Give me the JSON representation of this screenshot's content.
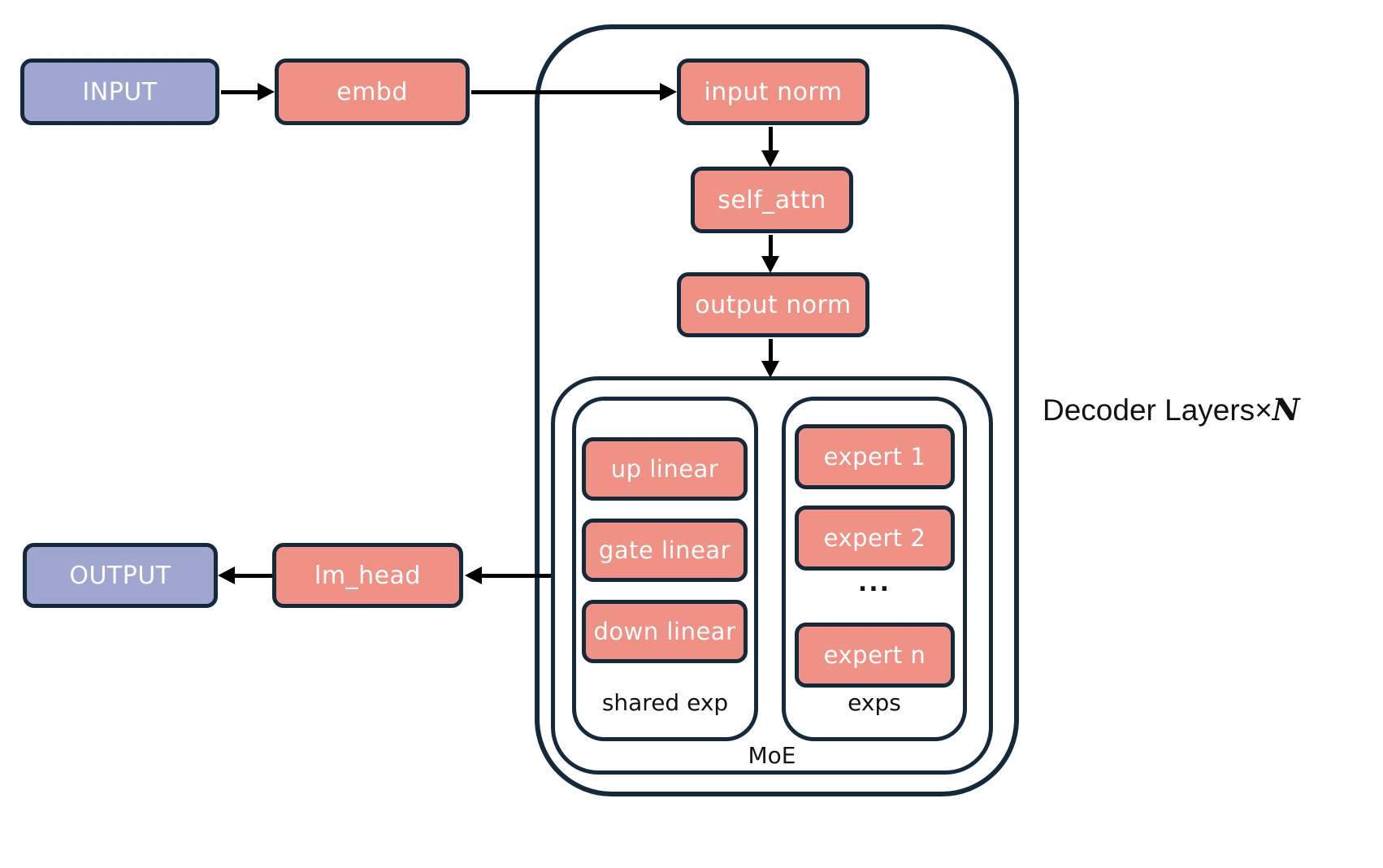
{
  "nodes": {
    "input": "INPUT",
    "embd": "embd",
    "input_norm": "input norm",
    "self_attn": "self_attn",
    "output_norm": "output norm",
    "up_linear": "up linear",
    "gate_linear": "gate linear",
    "down_linear": "down linear",
    "shared_exp": "shared exp",
    "expert_1": "expert 1",
    "expert_2": "expert 2",
    "ellipsis": "...",
    "expert_n": "expert n",
    "exps": "exps",
    "moe": "MoE",
    "lm_head": "lm_head",
    "output": "OUTPUT"
  },
  "decoder_label": {
    "prefix": "Decoder Layers",
    "times": "×",
    "n": "N"
  },
  "colors": {
    "module_fill": "#EF9184",
    "io_fill": "#9FA7D1",
    "outline": "#15293C",
    "arrow": "#000000",
    "background": "#FFFFFF",
    "label_text": "#121212",
    "node_text": "#FFFFFF"
  }
}
